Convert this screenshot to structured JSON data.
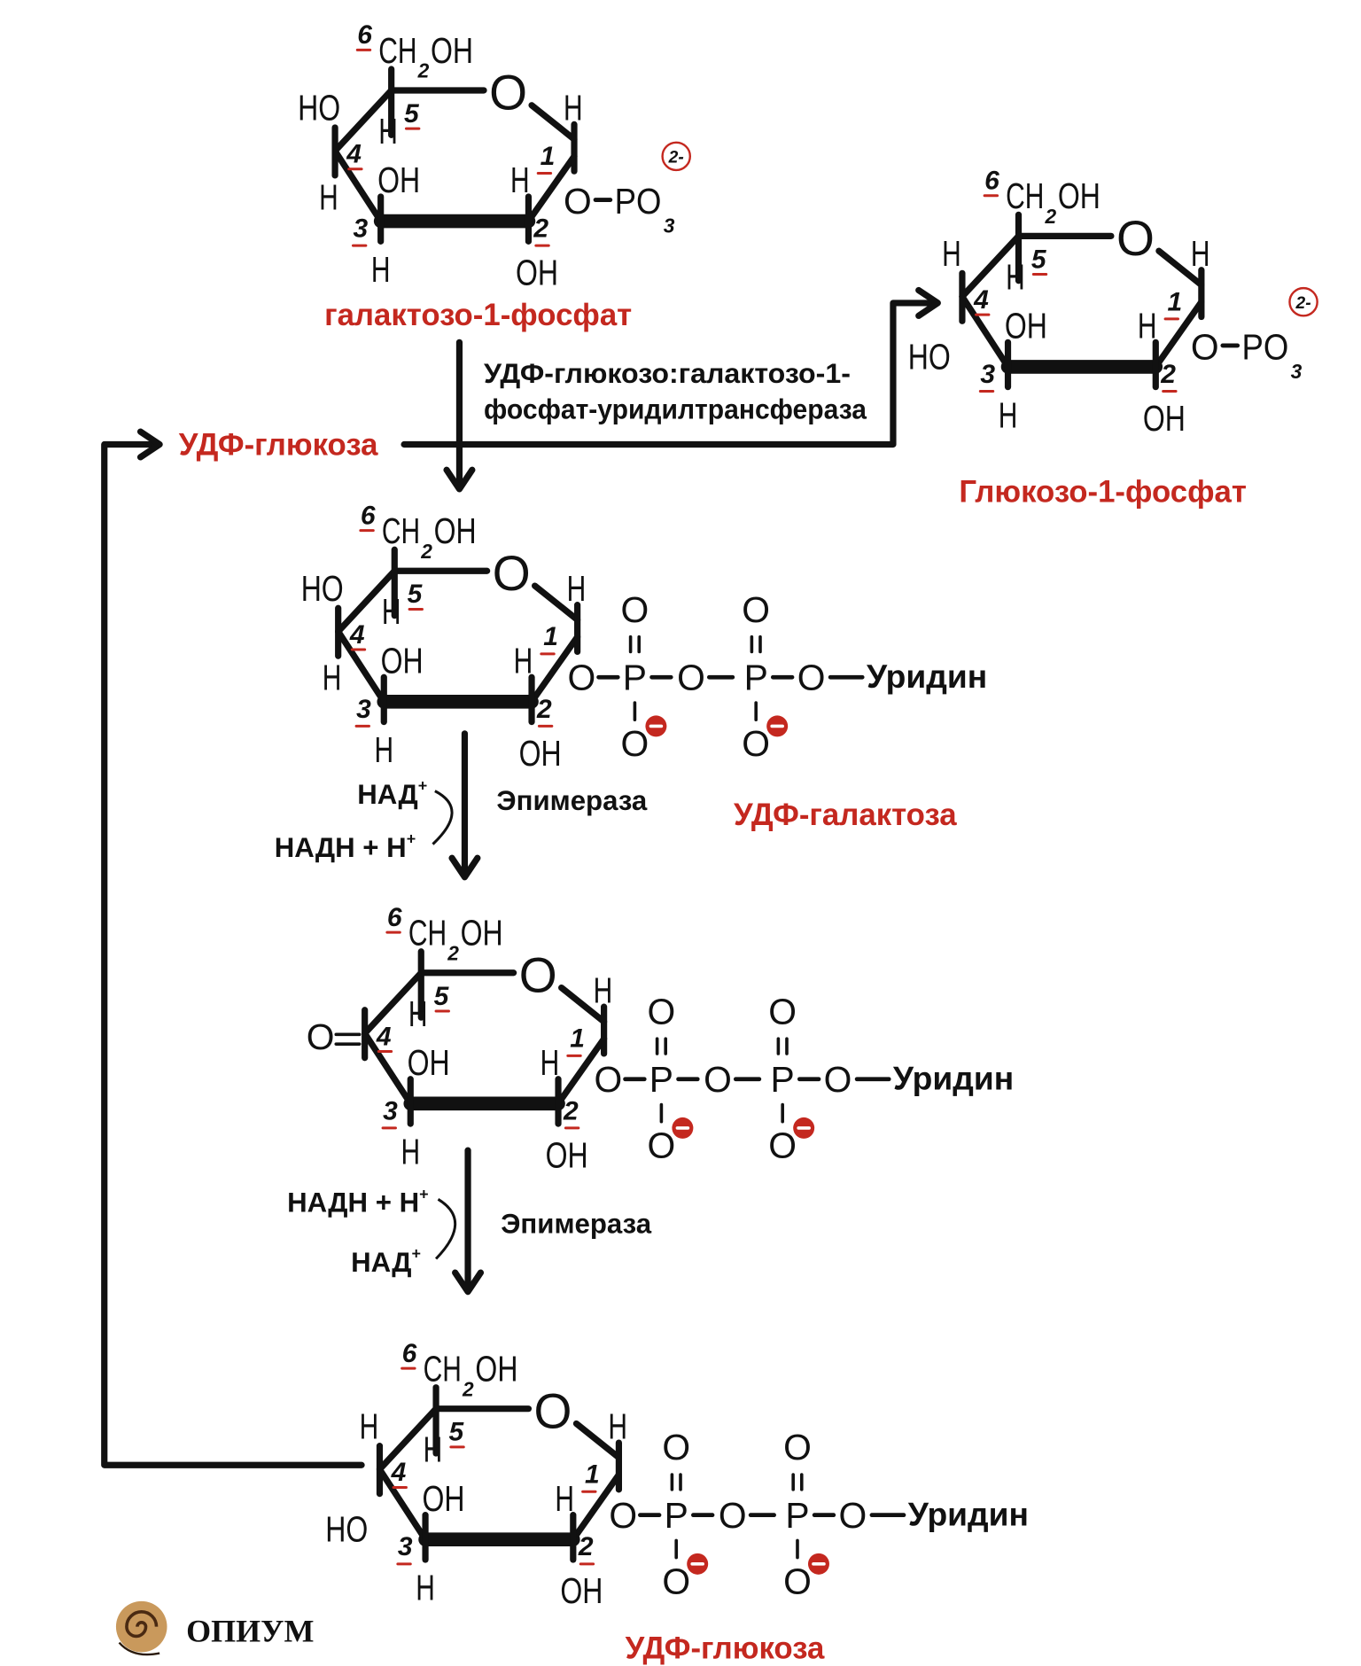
{
  "ring": {
    "ring_oxygen": "O",
    "hydrogen": "H",
    "hydroxyl": "OH",
    "hydroxyl_left": "HO",
    "ch2oh": [
      "CH",
      "2",
      "OH"
    ],
    "carbon_numbers": {
      "c1": "1",
      "c2": "2",
      "c3": "3",
      "c4": "4",
      "c5": "5",
      "c6": "6"
    }
  },
  "molecules": [
    {
      "id": "galactose-1-phosphate",
      "name": "галактозо-1-фосфат",
      "c4_up": "HO",
      "c4_down": "H",
      "c1_group": "phosphate"
    },
    {
      "id": "glucose-1-phosphate",
      "name": "Глюкозо-1-фосфат",
      "c4_up": "H",
      "c4_down": "HO",
      "c1_group": "phosphate"
    },
    {
      "id": "udp-galactose",
      "name": "УДФ-галактоза",
      "c4_up": "HO",
      "c4_down": "H",
      "c1_group": "udp"
    },
    {
      "id": "udp-4-keto-glucose",
      "name": "",
      "c4_up": "O",
      "c4_down": "",
      "c1_group": "udp",
      "c4_keto": true
    },
    {
      "id": "udp-glucose",
      "name": "УДФ-глюкоза",
      "c4_up": "H",
      "c4_down": "HO",
      "c1_group": "udp"
    }
  ],
  "phosphate": {
    "o": "O",
    "po": "PO",
    "sub": "3",
    "charge": "2-"
  },
  "udp_chain": {
    "o": "O",
    "p": "P",
    "uridine": "Уридин",
    "minus": "−"
  },
  "reactions": {
    "transferase": [
      "УДФ-глюкозо:галактозо-1-",
      "фосфат-уридилтрансфераза"
    ],
    "udp_glucose_input": "УДФ-глюкоза",
    "epimerase_1": {
      "enzyme": "Эпимераза",
      "in": "НАД",
      "in_sup": "+",
      "out": "НАДН + Н",
      "out_sup": "+"
    },
    "epimerase_2": {
      "enzyme": "Эпимераза",
      "in": "НАДН + Н",
      "in_sup": "+",
      "out": "НАД",
      "out_sup": "+"
    }
  },
  "logo": {
    "text": "ОПИУМ"
  },
  "colors": {
    "label_red": "#c4281f",
    "ink": "#111111"
  }
}
